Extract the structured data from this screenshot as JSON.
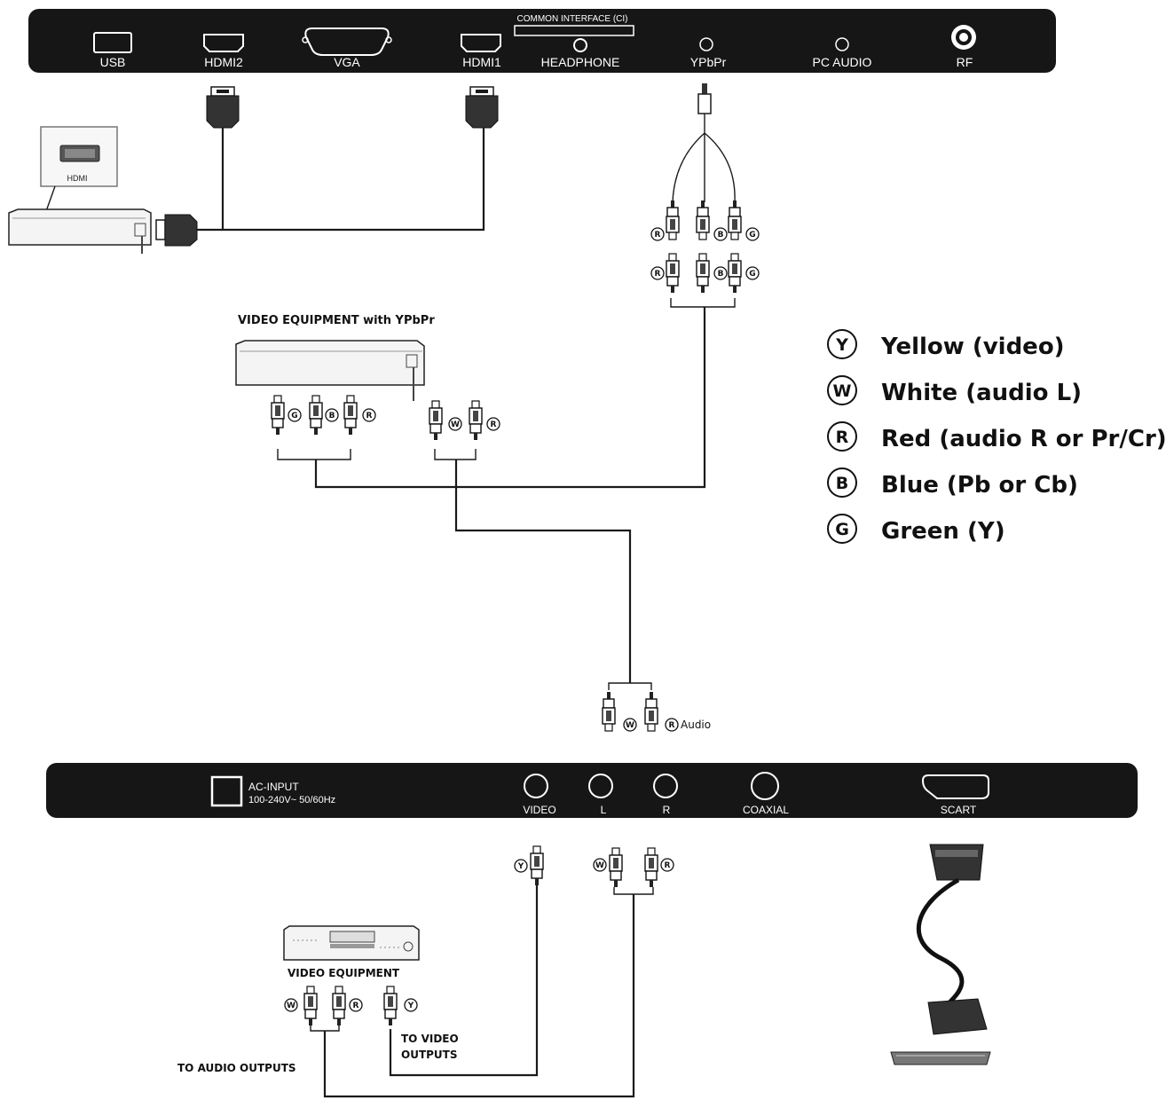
{
  "top_panel": {
    "ports": {
      "usb": "USB",
      "hdmi2": "HDMI2",
      "vga": "VGA",
      "hdmi1": "HDMI1",
      "ci": "COMMON INTERFACE (CI)",
      "headphone": "HEADPHONE",
      "ypbpr": "YPbPr",
      "pc_audio": "PC AUDIO",
      "rf": "RF"
    }
  },
  "hdmi_device": {
    "label": "HDMI"
  },
  "ypbpr_equipment": {
    "caption": "VIDEO EQUIPMENT with YPbPr"
  },
  "audio_plug": {
    "caption": "Audio"
  },
  "bottom_panel": {
    "ac_input": "AC-INPUT",
    "ac_rating": "100-240V~  50/60Hz",
    "ports": {
      "video": "VIDEO",
      "l": "L",
      "r": "R",
      "coaxial": "COAXIAL",
      "scart": "SCART"
    }
  },
  "video_equipment": {
    "caption": "VIDEO EQUIPMENT"
  },
  "to_video_outputs": [
    "TO VIDEO",
    "OUTPUTS"
  ],
  "to_audio_outputs": "TO AUDIO OUTPUTS",
  "badges": {
    "y": "Y",
    "w": "W",
    "r": "R",
    "b": "B",
    "g": "G"
  },
  "legend": [
    {
      "letter": "Y",
      "text": "Yellow (video)"
    },
    {
      "letter": "W",
      "text": "White (audio L)"
    },
    {
      "letter": "R",
      "text": "Red (audio R or Pr/Cr)"
    },
    {
      "letter": "B",
      "text": "Blue (Pb or Cb)"
    },
    {
      "letter": "G",
      "text": "Green (Y)"
    }
  ]
}
